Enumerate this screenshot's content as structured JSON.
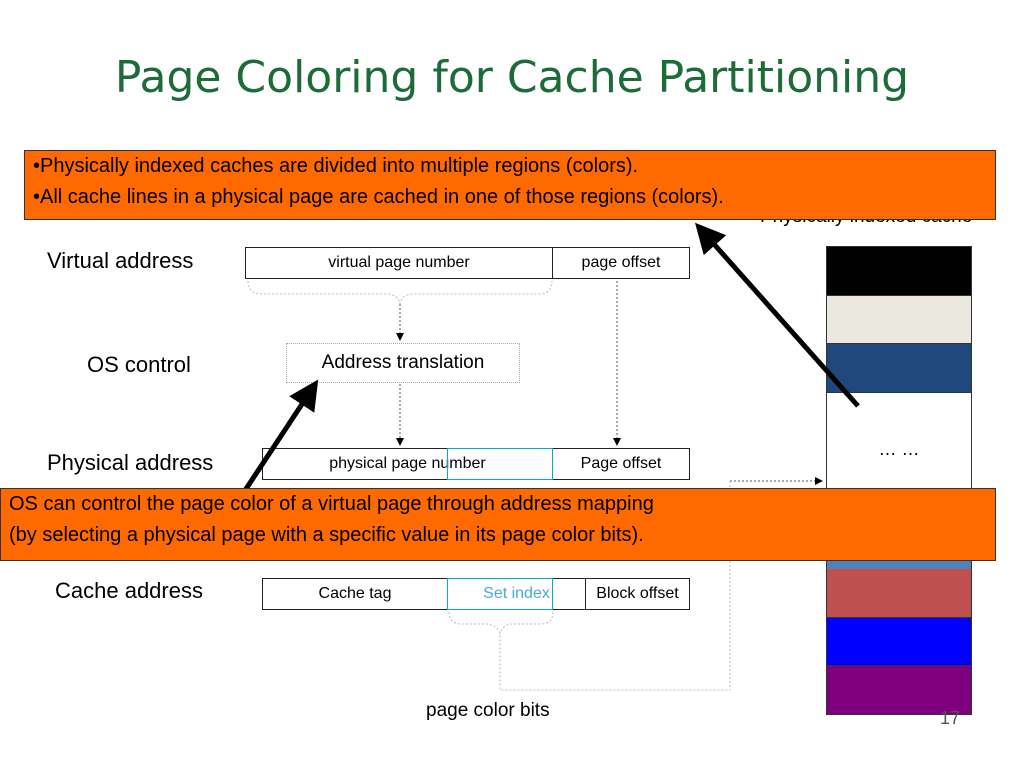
{
  "slide": {
    "title": "Page Coloring for Cache Partitioning",
    "page_number": "17"
  },
  "callouts": {
    "top": [
      "•Physically indexed caches are divided into multiple regions (colors).",
      "•All cache lines in a physical page are cached in one of those regions (colors)."
    ],
    "bottom": [
      "OS can control the page color of a virtual page through address mapping",
      "(by selecting a physical page with a specific value in its page color bits)."
    ]
  },
  "rows": {
    "virtual_label": "Virtual address",
    "os_label": "OS control",
    "physical_label": "Physical address",
    "cache_label": "Cache address"
  },
  "virtual_address": {
    "page_number": "virtual page number",
    "offset": "page offset"
  },
  "os_control": {
    "translation": "Address translation"
  },
  "physical_address": {
    "page_number": "physical page number",
    "offset": "Page offset"
  },
  "cache_address": {
    "tag": "Cache tag",
    "set_index": "Set index",
    "block_offset": "Block offset"
  },
  "page_color_bits": "page color bits",
  "cache": {
    "label": "Physically indexed cache",
    "ellipsis": "… …",
    "colors": {
      "black": "#000000",
      "cream": "#ebe9df",
      "navy": "#1f497d",
      "mid_blue": "#4f81bd",
      "red": "#c0504d",
      "blue": "#0000ff",
      "purple": "#7f007f"
    }
  },
  "colors": {
    "title_green": "#1e6b3a",
    "callout_orange": "#ff6a00",
    "highlight_cyan": "#00b0c8"
  }
}
